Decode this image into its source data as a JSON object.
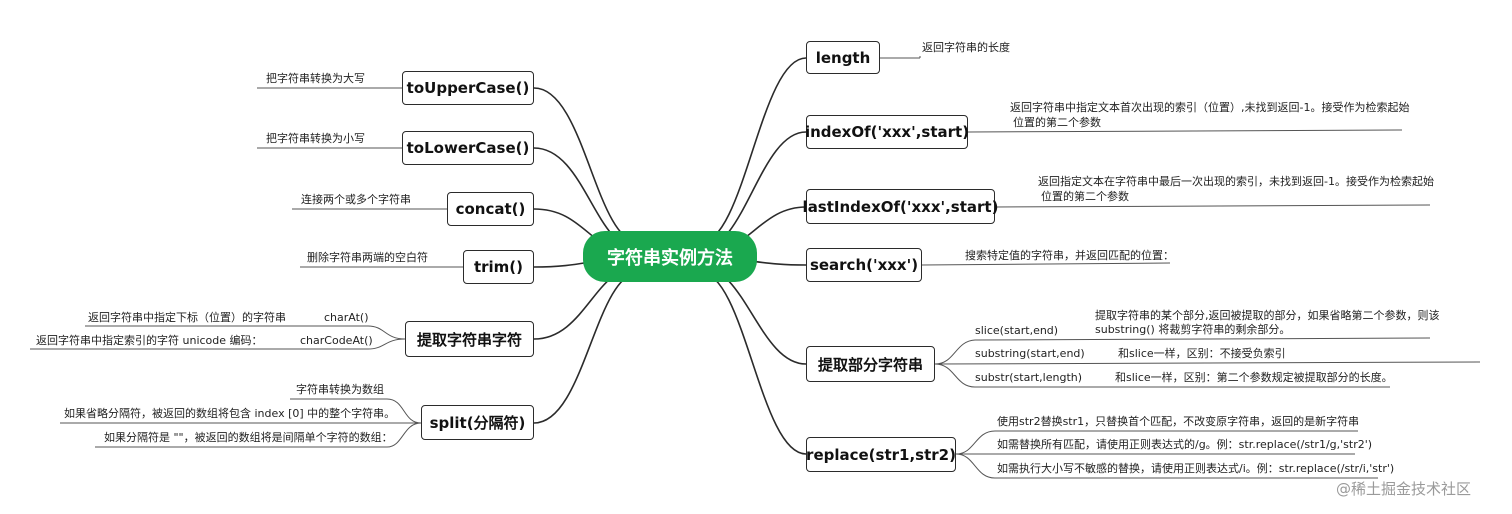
{
  "center": {
    "label": "字符串实例方法"
  },
  "right_branches": [
    {
      "id": "length",
      "label": "length",
      "notes": [
        "返回字符串的长度"
      ]
    },
    {
      "id": "indexof",
      "label": "indexOf('xxx',start)",
      "notes": [
        "返回字符串中指定文本首次出现的索引（位置）,未找到返回-1。接受作为检索起始",
        "位置的第二个参数"
      ]
    },
    {
      "id": "lastindexof",
      "label": "lastIndexOf('xxx',start)",
      "notes": [
        "返回指定文本在字符串中最后一次出现的索引，未找到返回-1。接受作为检索起始",
        "位置的第二个参数"
      ]
    },
    {
      "id": "search",
      "label": "search('xxx')",
      "notes": [
        "搜索特定值的字符串，并返回匹配的位置："
      ]
    },
    {
      "id": "extract-part",
      "label": "提取部分字符串",
      "subs": [
        {
          "name": "slice(start,end)",
          "desc": [
            "提取字符串的某个部分,返回被提取的部分，如果省略第二个参数，则该",
            "substring() 将裁剪字符串的剩余部分。"
          ]
        },
        {
          "name": "substring(start,end)",
          "desc": [
            "和slice一样，区别：不接受负索引"
          ]
        },
        {
          "name": "substr(start,length)",
          "desc": [
            "和slice一样，区别：第二个参数规定被提取部分的长度。"
          ]
        }
      ]
    },
    {
      "id": "replace",
      "label": "replace(str1,str2)",
      "notes": [
        "使用str2替换str1，只替换首个匹配，不改变原字符串，返回的是新字符串",
        "如需替换所有匹配，请使用正则表达式的/g。例：str.replace(/str1/g,'str2')",
        "如需执行大小写不敏感的替换，请使用正则表达式/i。例：str.replace(/str/i,'str')"
      ]
    }
  ],
  "left_branches": [
    {
      "id": "touppercase",
      "label": "toUpperCase()",
      "notes": [
        "把字符串转换为大写"
      ]
    },
    {
      "id": "tolowercase",
      "label": "toLowerCase()",
      "notes": [
        "把字符串转换为小写"
      ]
    },
    {
      "id": "concat",
      "label": "concat()",
      "notes": [
        "连接两个或多个字符串"
      ]
    },
    {
      "id": "trim",
      "label": "trim()",
      "notes": [
        "删除字符串两端的空白符"
      ]
    },
    {
      "id": "extract-char",
      "label": "提取字符串字符",
      "subs": [
        {
          "name": "charAt()",
          "desc": [
            "返回字符串中指定下标（位置）的字符串"
          ]
        },
        {
          "name": "charCodeAt()",
          "desc": [
            "返回字符串中指定索引的字符 unicode 编码："
          ]
        }
      ]
    },
    {
      "id": "split",
      "label": "split(分隔符)",
      "notes": [
        "字符串转换为数组",
        "如果省略分隔符，被返回的数组将包含 index [0] 中的整个字符串。",
        "如果分隔符是 \"\"，被返回的数组将是间隔单个字符的数组："
      ]
    }
  ],
  "watermark": "@稀土掘金技术社区"
}
